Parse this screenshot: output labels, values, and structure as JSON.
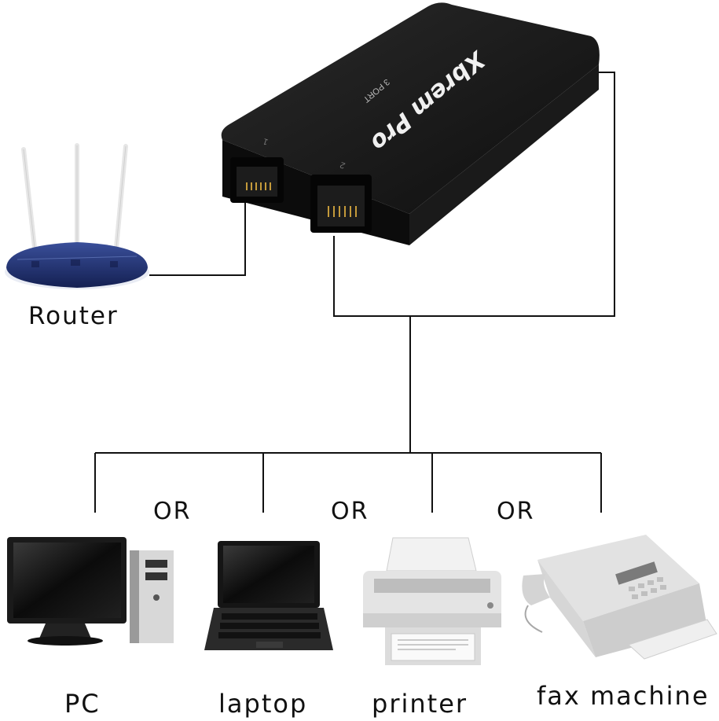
{
  "device": {
    "brand": "Xbrem Pro",
    "model_text": "3 PORT",
    "port_1": "1",
    "port_2": "2"
  },
  "labels": {
    "router": "Router",
    "or": "OR",
    "pc": "PC",
    "laptop": "laptop",
    "printer": "printer",
    "fax": "fax machine"
  },
  "colors": {
    "device_body": "#151515",
    "router_blue": "#1d2d6a",
    "line": "#111111"
  }
}
